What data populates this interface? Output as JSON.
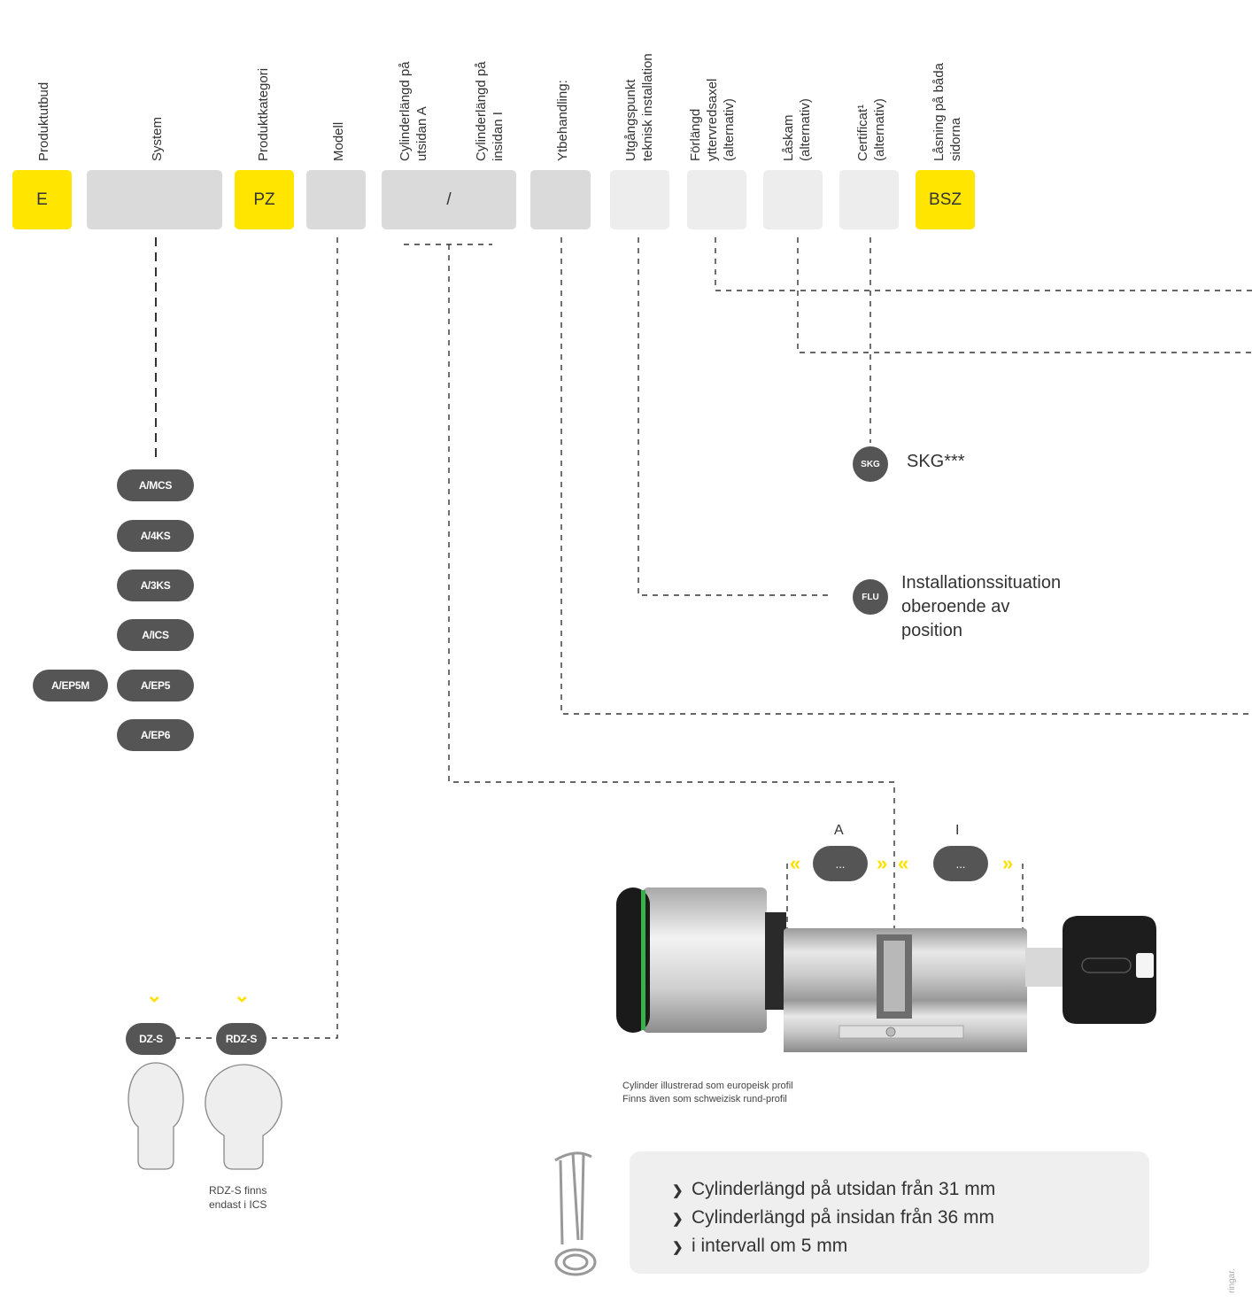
{
  "headers": {
    "produktutbud": "Produktutbud",
    "system": "System",
    "produktkategori": "Produktkategori",
    "modell": "Modell",
    "cyl_a_l1": "Cylinderlängd på",
    "cyl_a_l2": "utsidan A",
    "cyl_i_l1": "Cylinderlängd på",
    "cyl_i_l2": "insidan  I",
    "ytbehandling": "Ytbehandling:",
    "utg_l1": "Utgångspunkt",
    "utg_l2": "teknisk installation",
    "forl_l1": "Förlängd",
    "forl_l2": "yttervredsaxel",
    "forl_l3": "(alternativ)",
    "laskam_l1": "Låskam",
    "laskam_l2": "(alternativ)",
    "cert_l1": "Certificat¹",
    "cert_l2": "(alternativ)",
    "lasning_l1": "Låsning på båda",
    "lasning_l2": "sidorna"
  },
  "boxes": {
    "e": "E",
    "pz": "PZ",
    "cyl": "/",
    "bsz": "BSZ"
  },
  "systems": [
    "A/MCS",
    "A/4KS",
    "A/3KS",
    "A/ICS",
    "A/EP5",
    "A/EP6"
  ],
  "system_extra": "A/EP5M",
  "models": {
    "dz": "DZ-S",
    "rdz": "RDZ-S",
    "note_l1": "RDZ-S finns",
    "note_l2": "endast i ICS"
  },
  "skg": {
    "badge": "SKG",
    "label": "SKG***"
  },
  "flu": {
    "badge": "FLU",
    "l1": "Installationssituation",
    "l2": "oberoende av",
    "l3": "position"
  },
  "dimension": {
    "a": "A",
    "i": "I",
    "dots": "..."
  },
  "cylinder_caption": {
    "l1": "Cylinder illustrerad som europeisk profil",
    "l2": "Finns även som schweizisk rund-profil"
  },
  "info": [
    "Cylinderlängd på utsidan från 31 mm",
    "Cylinderlängd på insidan från 36 mm",
    "i intervall om 5 mm"
  ],
  "margin_note": "ringar.",
  "colors": {
    "accent": "#ffe500",
    "pill": "#555555",
    "box_grey": "#dadada",
    "box_light": "#ededed"
  }
}
